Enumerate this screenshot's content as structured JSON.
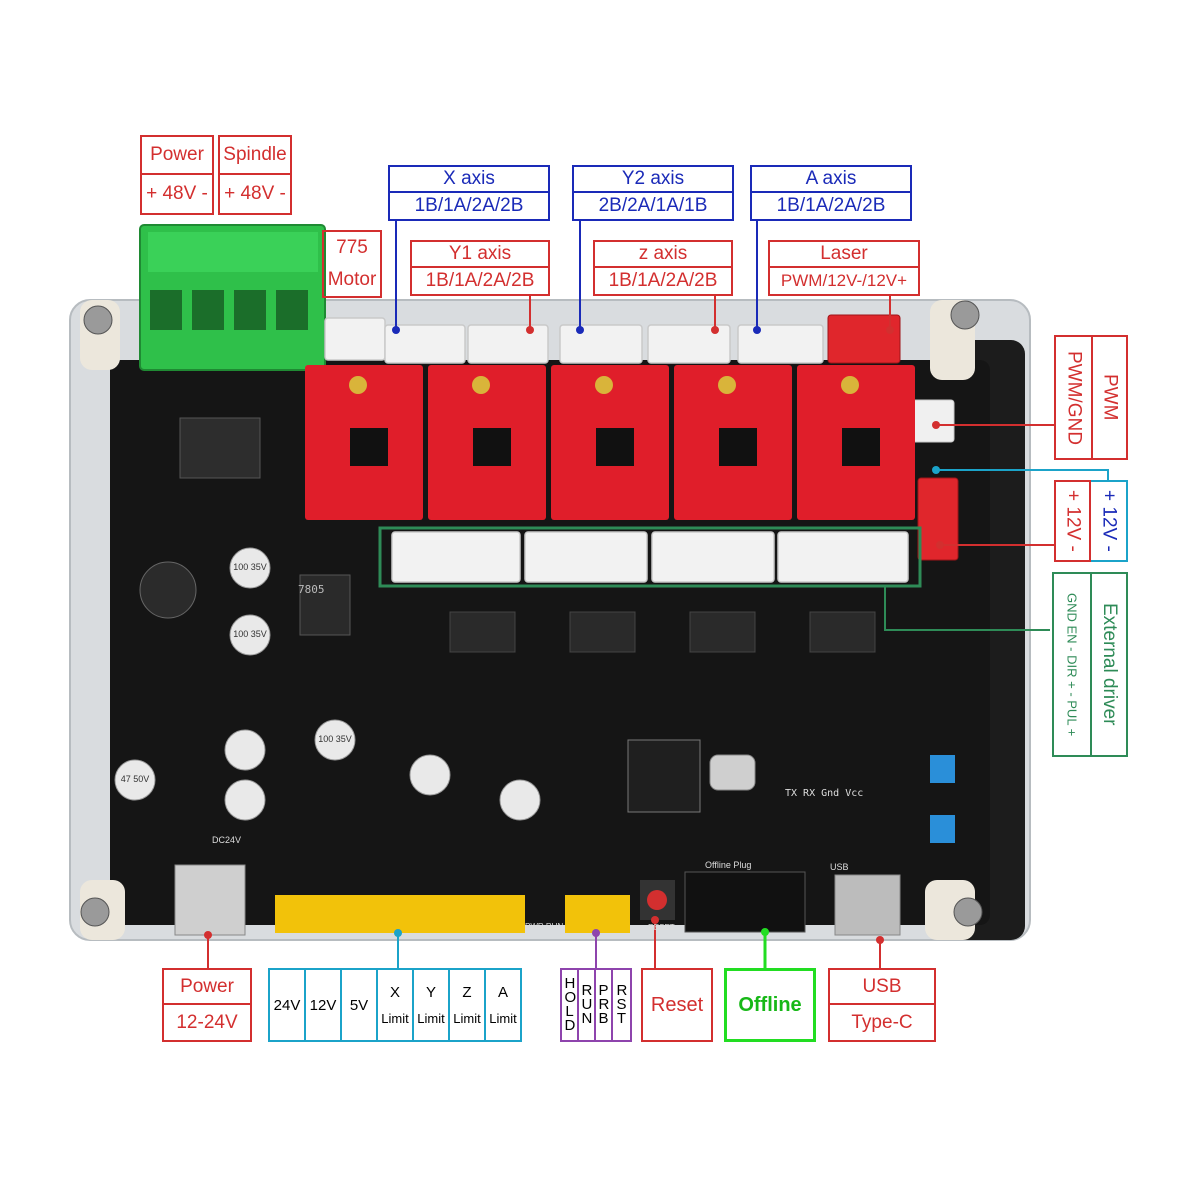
{
  "labels": {
    "power_top": {
      "title": "Power",
      "value": "+ 48V -"
    },
    "spindle": {
      "title": "Spindle",
      "value": "+ 48V -"
    },
    "motor": {
      "line1": "775",
      "line2": "Motor"
    },
    "x_axis": {
      "title": "X axis",
      "value": "1B/1A/2A/2B"
    },
    "y2_axis": {
      "title": "Y2 axis",
      "value": "2B/2A/1A/1B"
    },
    "a_axis": {
      "title": "A axis",
      "value": "1B/1A/2A/2B"
    },
    "y1_axis": {
      "title": "Y1 axis",
      "value": "1B/1A/2A/2B"
    },
    "z_axis": {
      "title": "z axis",
      "value": "1B/1A/2A/2B"
    },
    "laser": {
      "title": "Laser",
      "value": "PWM/12V-/12V+"
    },
    "pwm": {
      "title": "PWM",
      "value": "PWM/GND"
    },
    "fan": {
      "left": "+ 12V -",
      "right": "+ 12V -"
    },
    "external_driver": {
      "title": "External driver",
      "value": "GND EN - DIR + - PUL +"
    },
    "power_bottom": {
      "title": "Power",
      "value": "12-24V"
    },
    "limits": {
      "voltages": [
        "24V",
        "12V",
        "5V"
      ],
      "axes": [
        {
          "axis": "X",
          "text": "Limit"
        },
        {
          "axis": "Y",
          "text": "Limit"
        },
        {
          "axis": "Z",
          "text": "Limit"
        },
        {
          "axis": "A",
          "text": "Limit"
        }
      ]
    },
    "control": [
      "HOLD",
      "RUN",
      "PRB",
      "RST"
    ],
    "reset": "Reset",
    "offline": "Offline",
    "usb": {
      "title": "USB",
      "value": "Type-C"
    }
  },
  "board_silkscreen": {
    "regulator": "7805",
    "cap_100_35v": "100 35V",
    "cap_47_50v": "47 50V",
    "serial": "TX RX Gnd Vcc",
    "dc": "DC24V",
    "usb": "USB",
    "offline_plug": "Offline Plug",
    "reset": "RESET",
    "pwr_run": "PWR RUN"
  },
  "colors": {
    "red": "#d32f2f",
    "blue": "#1a2ab8",
    "cyan": "#1ba3c9",
    "purple": "#8e44ad",
    "green": "#22dd22",
    "teal": "#2e8b57",
    "board": "#151515",
    "driver_pcb": "#e01e2a",
    "terminal_green": "#2fc04a",
    "header_yellow": "#f2c20a"
  }
}
